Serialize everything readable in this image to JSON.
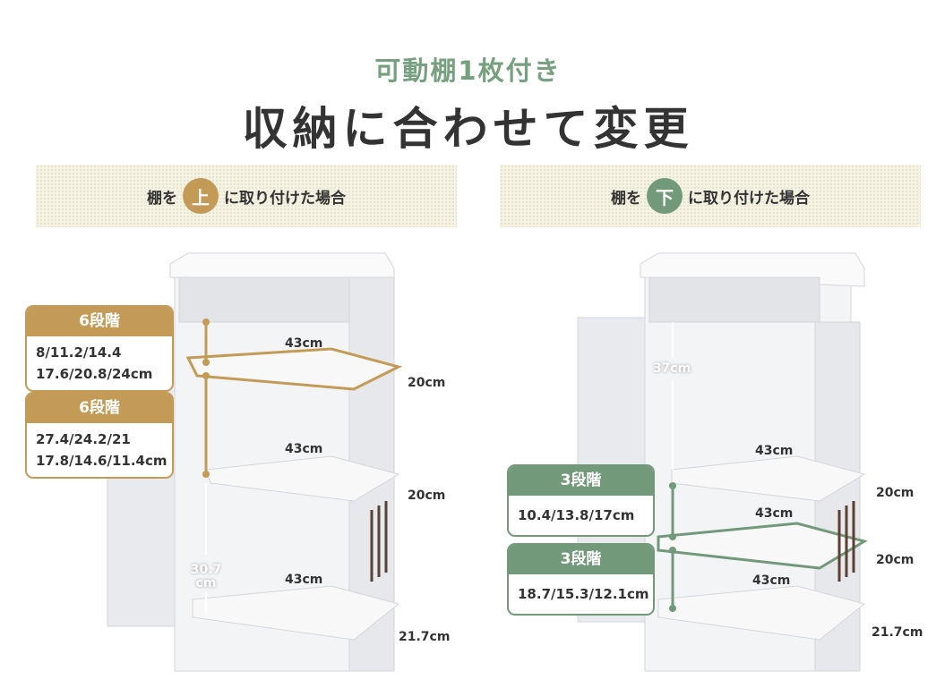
{
  "header": {
    "subtitle": "可動棚1枚付き",
    "title": "収納に合わせて変更"
  },
  "colors": {
    "gold": "#c49a57",
    "green": "#72997a",
    "subtitle": "#76a07f"
  },
  "left": {
    "banner_pre": "棚を",
    "banner_mark": "上",
    "banner_post": "に取り付けた場合",
    "tag1": {
      "head": "6段階",
      "line1": "8/11.2/14.4",
      "line2": "17.6/20.8/24cm"
    },
    "tag2": {
      "head": "6段階",
      "line1": "27.4/24.2/21",
      "line2": "17.8/14.6/11.4cm"
    },
    "height": "30.7",
    "height_unit": "cm",
    "widths": [
      "43cm",
      "43cm",
      "43cm"
    ],
    "depths": [
      "20cm",
      "20cm",
      "21.7cm"
    ]
  },
  "right": {
    "banner_pre": "棚を",
    "banner_mark": "下",
    "banner_post": "に取り付けた場合",
    "height": "37cm",
    "tag1": {
      "head": "3段階",
      "line1": "10.4/13.8/17cm"
    },
    "tag2": {
      "head": "3段階",
      "line1": "18.7/15.3/12.1cm"
    },
    "widths": [
      "43cm",
      "43cm",
      "43cm"
    ],
    "depths": [
      "20cm",
      "20cm",
      "21.7cm"
    ]
  }
}
